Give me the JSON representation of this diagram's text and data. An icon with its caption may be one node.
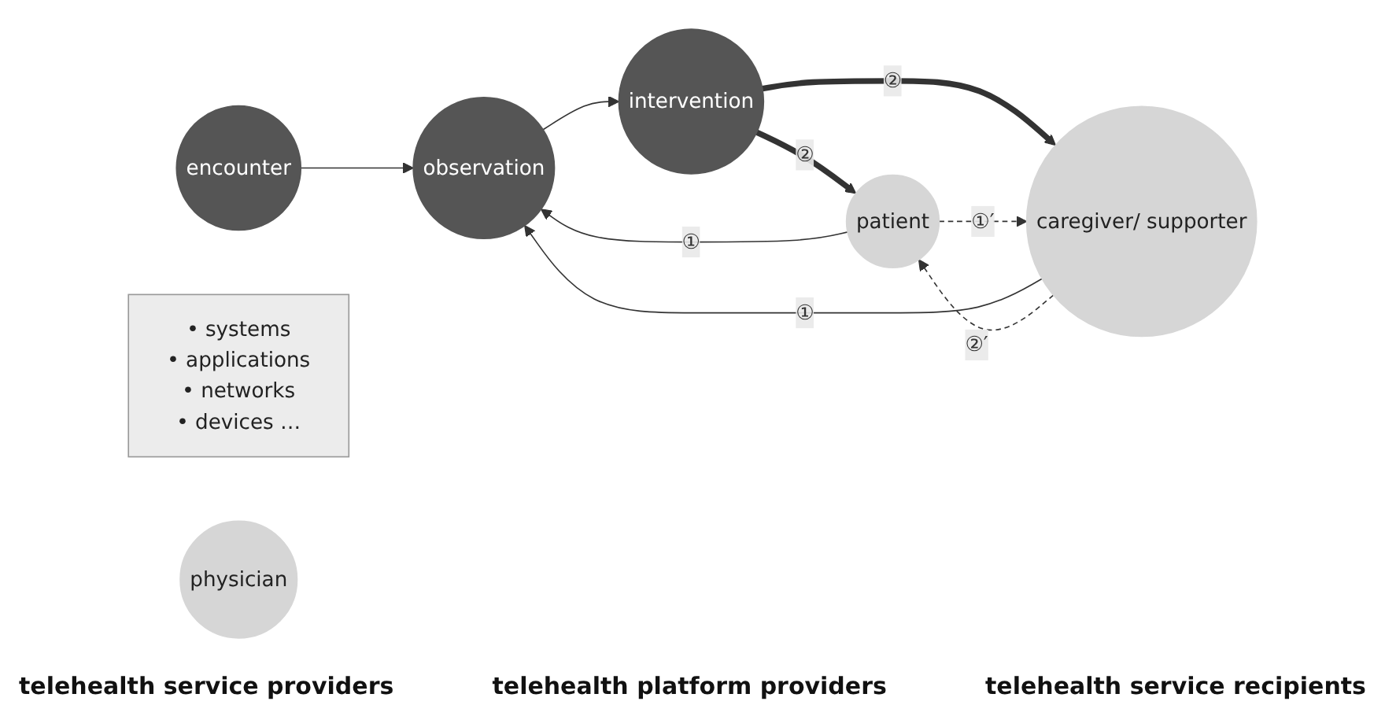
{
  "diagram": {
    "nodes": [
      {
        "text": [
          "encounter"
        ]
      },
      {
        "text": [
          "observation"
        ]
      },
      {
        "text": [
          "intervention"
        ]
      },
      {
        "text": [
          "• systems",
          "• applications",
          "• networks",
          "• devices …"
        ]
      },
      {
        "text": [
          "patient"
        ]
      },
      {
        "text": [
          "caregiver/ supporter"
        ]
      },
      {
        "text": [
          "physician"
        ]
      }
    ],
    "edges": [
      {
        "from": 0,
        "to": 1,
        "arrow": "to"
      },
      {
        "from": 1,
        "to": 2,
        "arrow": "to"
      },
      {
        "from": 4,
        "to": 1,
        "arrow": "to",
        "label": "①"
      },
      {
        "from": 5,
        "to": 1,
        "arrow": "to",
        "label": "①"
      },
      {
        "from": 2,
        "to": 4,
        "arrow": "to",
        "label": "②",
        "style": "thick"
      },
      {
        "from": 2,
        "to": 5,
        "arrow": "to",
        "label": "②",
        "style": "thick"
      },
      {
        "from": 4,
        "to": 5,
        "arrow": "to",
        "label": "①′",
        "style": "dashed"
      },
      {
        "from": 5,
        "to": 4,
        "arrow": "to",
        "label": "②′",
        "style": "dashed"
      }
    ],
    "labels": [
      "telehealth service providers",
      "telehealth platform providers",
      "telehealth service recipients"
    ]
  }
}
